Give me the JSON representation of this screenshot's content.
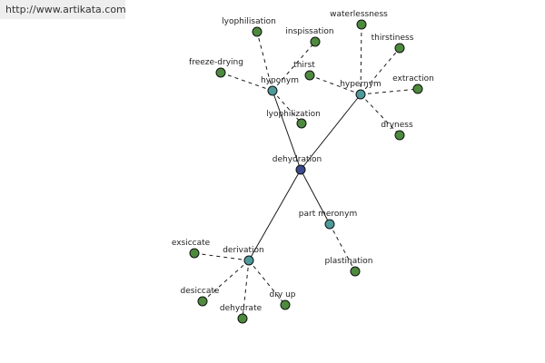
{
  "watermark": "http://www.artikata.com",
  "colors": {
    "center": "#3b4a8c",
    "relation": "#4e9a9a",
    "leaf": "#4d8a3e"
  },
  "graph": {
    "center": "dehydration",
    "relations": [
      {
        "label": "hyponym",
        "terms": [
          "lyophilisation",
          "inspissation",
          "freeze-drying",
          "lyophilization"
        ]
      },
      {
        "label": "hypernym",
        "terms": [
          "waterlessness",
          "thirstiness",
          "thirst",
          "extraction",
          "dryness"
        ]
      },
      {
        "label": "part meronym",
        "terms": [
          "plastination"
        ]
      },
      {
        "label": "derivation",
        "terms": [
          "exsiccate",
          "desiccate",
          "dehydrate",
          "dry up"
        ]
      }
    ]
  }
}
